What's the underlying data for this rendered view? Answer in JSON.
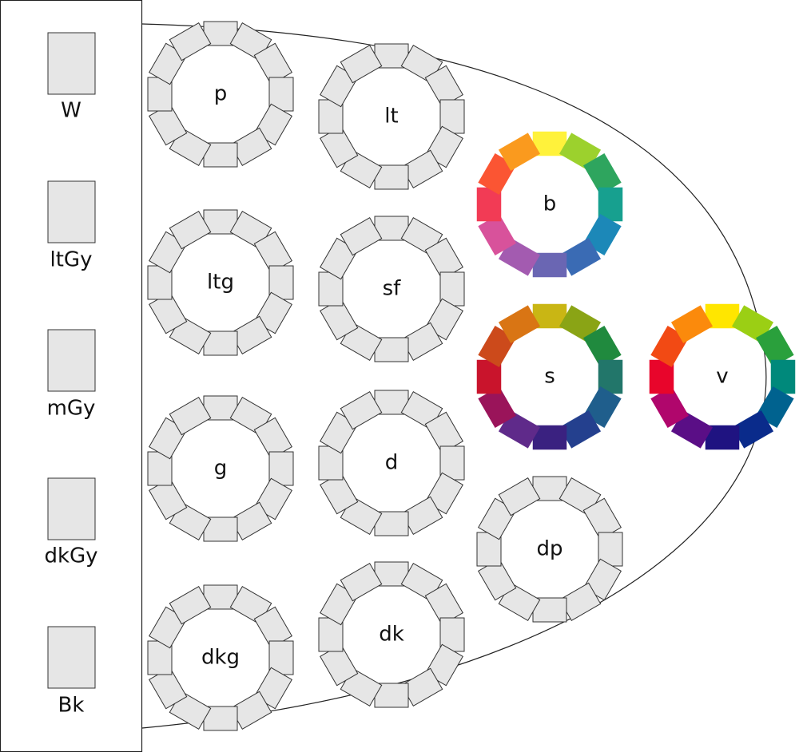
{
  "achromatic": {
    "chip_fill": "#e6e6e6",
    "items": [
      {
        "label": "W"
      },
      {
        "label": "ltGy"
      },
      {
        "label": "mGy"
      },
      {
        "label": "dkGy"
      },
      {
        "label": "Bk"
      }
    ]
  },
  "tones": [
    {
      "key": "p",
      "label": "p",
      "colored": false
    },
    {
      "key": "ltg",
      "label": "ltg",
      "colored": false
    },
    {
      "key": "g",
      "label": "g",
      "colored": false
    },
    {
      "key": "dkg",
      "label": "dkg",
      "colored": false
    },
    {
      "key": "lt",
      "label": "lt",
      "colored": false
    },
    {
      "key": "sf",
      "label": "sf",
      "colored": false
    },
    {
      "key": "d",
      "label": "d",
      "colored": false
    },
    {
      "key": "dk",
      "label": "dk",
      "colored": false
    },
    {
      "key": "b",
      "label": "b",
      "colored": true,
      "colors": [
        "#fff23b",
        "#9cd12d",
        "#2ea55e",
        "#17a08f",
        "#1c88b8",
        "#3a6bb4",
        "#6a66b3",
        "#a35bb0",
        "#d8529b",
        "#f23b55",
        "#fb5533",
        "#fa9a1e"
      ]
    },
    {
      "key": "s",
      "label": "s",
      "colored": true,
      "colors": [
        "#c9b614",
        "#8aa415",
        "#208a3e",
        "#22766a",
        "#1f5e8c",
        "#24408e",
        "#3a2180",
        "#5f2a8a",
        "#9a145a",
        "#c9142c",
        "#cc4a1b",
        "#d97514"
      ]
    },
    {
      "key": "dp",
      "label": "dp",
      "colored": false
    },
    {
      "key": "v",
      "label": "v",
      "colored": true,
      "colors": [
        "#ffe600",
        "#9bcf14",
        "#2aa03c",
        "#00897b",
        "#00628f",
        "#0a2b8b",
        "#1f1381",
        "#5a0e86",
        "#b0066c",
        "#e8052b",
        "#f24a14",
        "#fb8a0c"
      ]
    }
  ]
}
